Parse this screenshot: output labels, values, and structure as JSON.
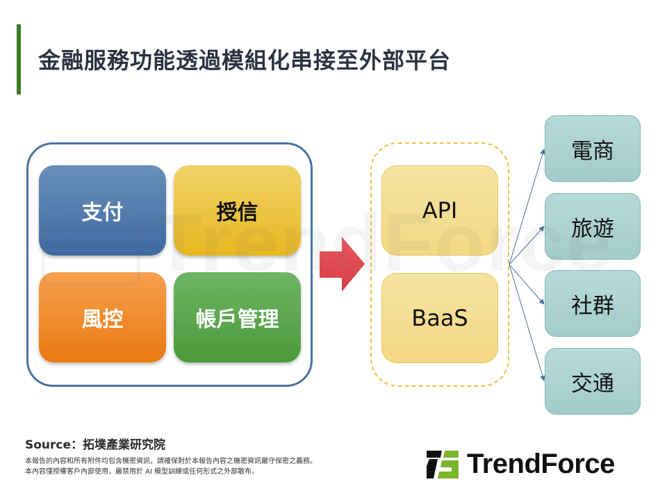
{
  "header": {
    "title": "金融服務功能透過模組化串接至外部平台",
    "accent_color": "#3a7b24"
  },
  "modules": {
    "items": [
      {
        "label": "支付",
        "color": "#4a74a8"
      },
      {
        "label": "授信",
        "color": "#ecc43a"
      },
      {
        "label": "風控",
        "color": "#f08a2a"
      },
      {
        "label": "帳戶管理",
        "color": "#5aa64c"
      }
    ],
    "frame_color": "#4a72a0"
  },
  "arrow": {
    "color": "#e0434b"
  },
  "interfaces": {
    "items": [
      {
        "label": "API"
      },
      {
        "label": "BaaS"
      }
    ],
    "frame_color": "#e8c23e"
  },
  "platforms": {
    "items": [
      {
        "label": "電商"
      },
      {
        "label": "旅遊"
      },
      {
        "label": "社群"
      },
      {
        "label": "交通"
      }
    ],
    "connector_color": "#4a72a0"
  },
  "footer": {
    "source": "Source：拓墣產業研究院",
    "disclaimer_line1": "本報告的內容和所有附件均包含機密資訊，請確保對於本報告內容之機密資訊嚴守保密之義務。",
    "disclaimer_line2": "本內容僅授權客戶內部使用，嚴禁用於 AI 模型訓練或任何形式之外部散布。"
  },
  "brand": {
    "name": "TrendForce",
    "logo_icon": "trendforce-logo-icon",
    "colors": {
      "dark": "#111111",
      "green": "#7ab629"
    }
  },
  "watermark": {
    "text": "TrendForce"
  }
}
